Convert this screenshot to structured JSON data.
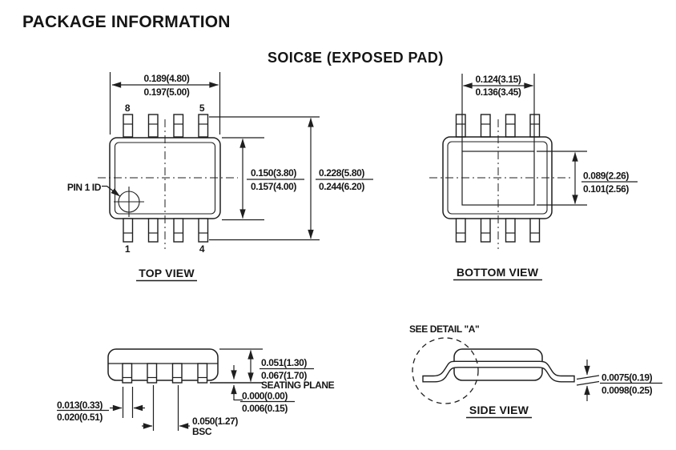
{
  "title": "PACKAGE INFORMATION",
  "subtitle": "SOIC8E (EXPOSED PAD)",
  "colors": {
    "line": "#1f1f1f",
    "text": "#151515",
    "background": "#ffffff"
  },
  "top_view": {
    "label": "TOP VIEW",
    "pin1_label": "PIN 1 ID",
    "pins": {
      "p8": "8",
      "p5": "5",
      "p1": "1",
      "p4": "4"
    },
    "dims": {
      "width": {
        "min": "0.189(4.80)",
        "max": "0.197(5.00)"
      },
      "body_width": {
        "min": "0.150(3.80)",
        "max": "0.157(4.00)"
      },
      "lead_span": {
        "min": "0.228(5.80)",
        "max": "0.244(6.20)"
      }
    }
  },
  "bottom_view": {
    "label": "BOTTOM VIEW",
    "dims": {
      "pad_width": {
        "min": "0.124(3.15)",
        "max": "0.136(3.45)"
      },
      "pad_length": {
        "min": "0.089(2.26)",
        "max": "0.101(2.56)"
      }
    }
  },
  "front_view": {
    "seating_plane": "SEATING PLANE",
    "dims": {
      "height": {
        "min": "0.051(1.30)",
        "max": "0.067(1.70)"
      },
      "standoff": {
        "min": "0.000(0.00)",
        "max": "0.006(0.15)"
      },
      "lead_width": {
        "min": "0.013(0.33)",
        "max": "0.020(0.51)"
      },
      "pitch": {
        "value": "0.050(1.27)",
        "qualifier": "BSC"
      }
    }
  },
  "side_view": {
    "label": "SIDE VIEW",
    "detail_note": "SEE DETAIL \"A\"",
    "dims": {
      "lead_thickness": {
        "min": "0.0075(0.19)",
        "max": "0.0098(0.25)"
      }
    }
  }
}
